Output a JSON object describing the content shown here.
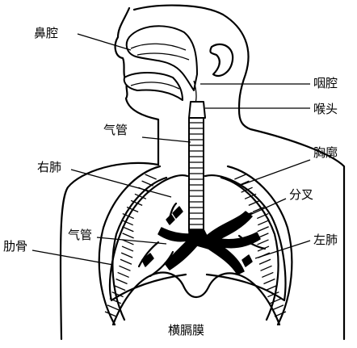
{
  "labels": {
    "nasal_cavity": "鼻腔",
    "pharynx": "咽腔",
    "larynx": "喉头",
    "trachea_upper": "气管",
    "right_lung": "右肺",
    "thorax": "胸廓",
    "bifurcation": "分叉",
    "bronchus": "气管",
    "left_lung": "左肺",
    "ribs": "肋骨",
    "diaphragm": "横膈膜"
  }
}
